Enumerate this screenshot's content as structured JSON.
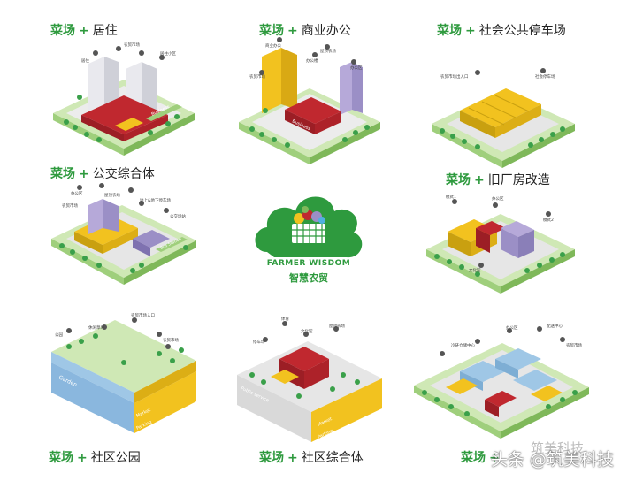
{
  "panels": [
    {
      "id": "residential",
      "veg": "菜场",
      "plus": "+",
      "rest": "居住"
    },
    {
      "id": "office",
      "veg": "菜场",
      "plus": "+",
      "rest": "商业办公"
    },
    {
      "id": "parking",
      "veg": "菜场",
      "plus": "+",
      "rest": "社会公共停车场"
    },
    {
      "id": "bus",
      "veg": "菜场",
      "plus": "+",
      "rest": "公交综合体"
    },
    {
      "id": "factory",
      "veg": "菜场",
      "plus": "+",
      "rest": "旧厂房改造"
    },
    {
      "id": "park",
      "veg": "菜场",
      "plus": "+",
      "rest": "社区公园"
    },
    {
      "id": "community",
      "veg": "菜场",
      "plus": "+",
      "rest": "社区综合体"
    },
    {
      "id": "market",
      "veg": "菜场",
      "plus": "+",
      "rest": "..."
    }
  ],
  "logo": {
    "en": "FARMER WISDOM",
    "zh": "智慧农贸"
  },
  "residential_labels": {
    "l1": "居住",
    "l2": "农贸市场",
    "l3": "居住小区",
    "street": "Business"
  },
  "office_labels": {
    "l1": "商业办公",
    "l2": "屋顶农场",
    "l3": "办公区",
    "l4": "农贸市场",
    "l5": "办公楼",
    "street": "Business"
  },
  "parking_labels": {
    "l1": "农贸市场出入口",
    "l2": "社会停车场"
  },
  "bus_labels": {
    "l1": "办公区",
    "l2": "屋顶农场",
    "l3": "农贸市场",
    "l4": "地上&地下停车场",
    "l5": "公交场站",
    "street": "Bus Station"
  },
  "factory_labels": {
    "l1": "模式1",
    "l2": "模式2",
    "l3": "办公区",
    "l4": "文化馆"
  },
  "park_labels": {
    "l1": "公园",
    "l2": "休闲草坪",
    "l3": "农贸市场入口",
    "l4": "农贸市场",
    "l5": "Garden",
    "l6": "Market",
    "l7": "Parking"
  },
  "community_labels": {
    "l1": "体育",
    "l2": "文化馆",
    "l3": "屋顶农场",
    "l4": "停车场",
    "l5": "Public service",
    "l6": "Market",
    "l7": "Parking"
  },
  "market_labels": {
    "l1": "冷链仓储中心",
    "l2": "办公区",
    "l3": "配送中心",
    "l4": "农贸市场"
  },
  "watermark": {
    "main": "头条 @筑美科技",
    "faint": "筑美科技"
  },
  "colors": {
    "green": "#2e9a3e",
    "yellow": "#f2c21f",
    "red": "#c0282f",
    "purple": "#9b8fc6",
    "grey": "#e3e3e3",
    "lightblue": "#9fc7e6"
  }
}
